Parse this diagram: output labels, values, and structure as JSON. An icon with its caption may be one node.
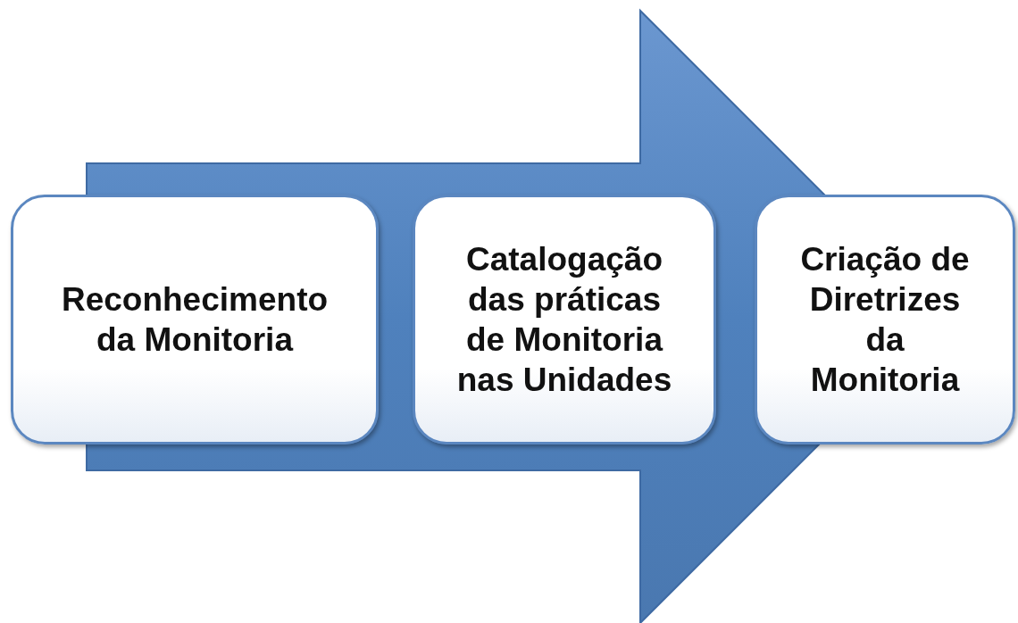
{
  "diagram": {
    "nodes": [
      {
        "text": [
          "Reconhecimento da Monitoria"
        ]
      },
      {
        "text": [
          "Catalogação das práticas de Monitoria nas Unidades"
        ]
      },
      {
        "text": [
          "Criação de Diretrizes da Monitoria"
        ]
      }
    ],
    "edges": [
      {
        "from": 0,
        "to": 2,
        "arrow": "to"
      }
    ]
  }
}
